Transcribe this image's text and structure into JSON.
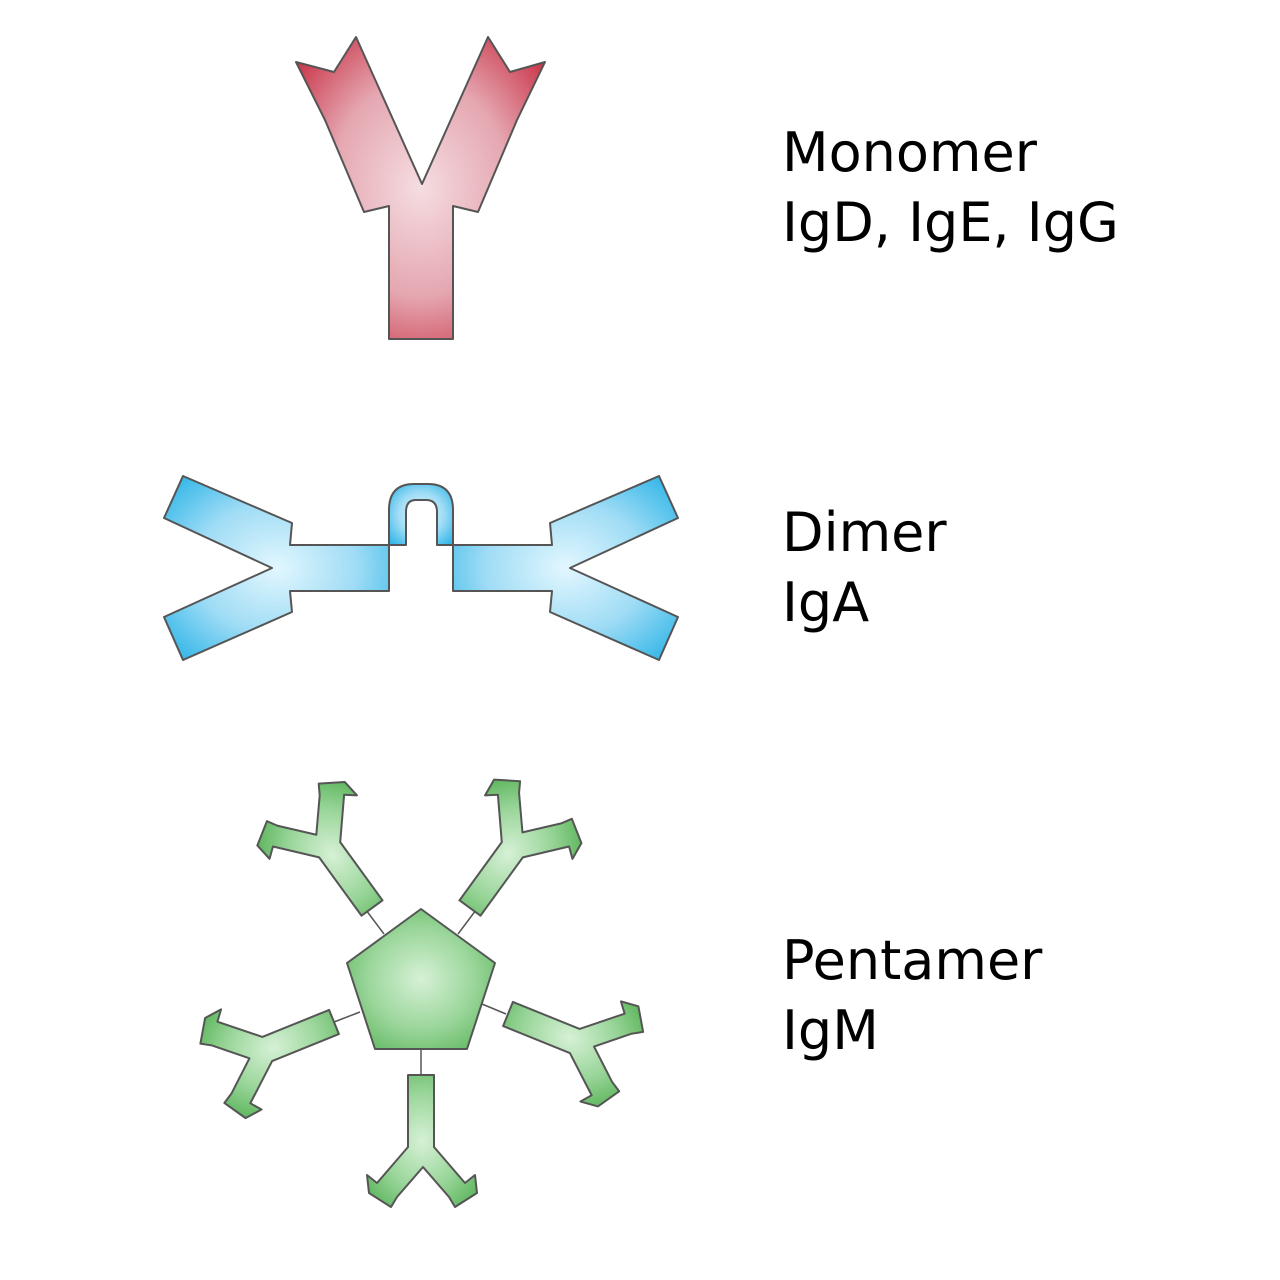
{
  "colors": {
    "monomer_fill_center": "#f4d7db",
    "monomer_fill_edge": "#c93448",
    "dimer_fill_center": "#d8f3fd",
    "dimer_fill_edge": "#35b7e8",
    "pentamer_fill_center": "#d2f0d2",
    "pentamer_fill_edge": "#5cb55c",
    "outline": "#555555",
    "text": "#000000"
  },
  "items": [
    {
      "name": "monomer",
      "title": "Monomer",
      "subtitle": "IgD, IgE, IgG"
    },
    {
      "name": "dimer",
      "title": "Dimer",
      "subtitle": "IgA"
    },
    {
      "name": "pentamer",
      "title": "Pentamer",
      "subtitle": "IgM"
    }
  ]
}
